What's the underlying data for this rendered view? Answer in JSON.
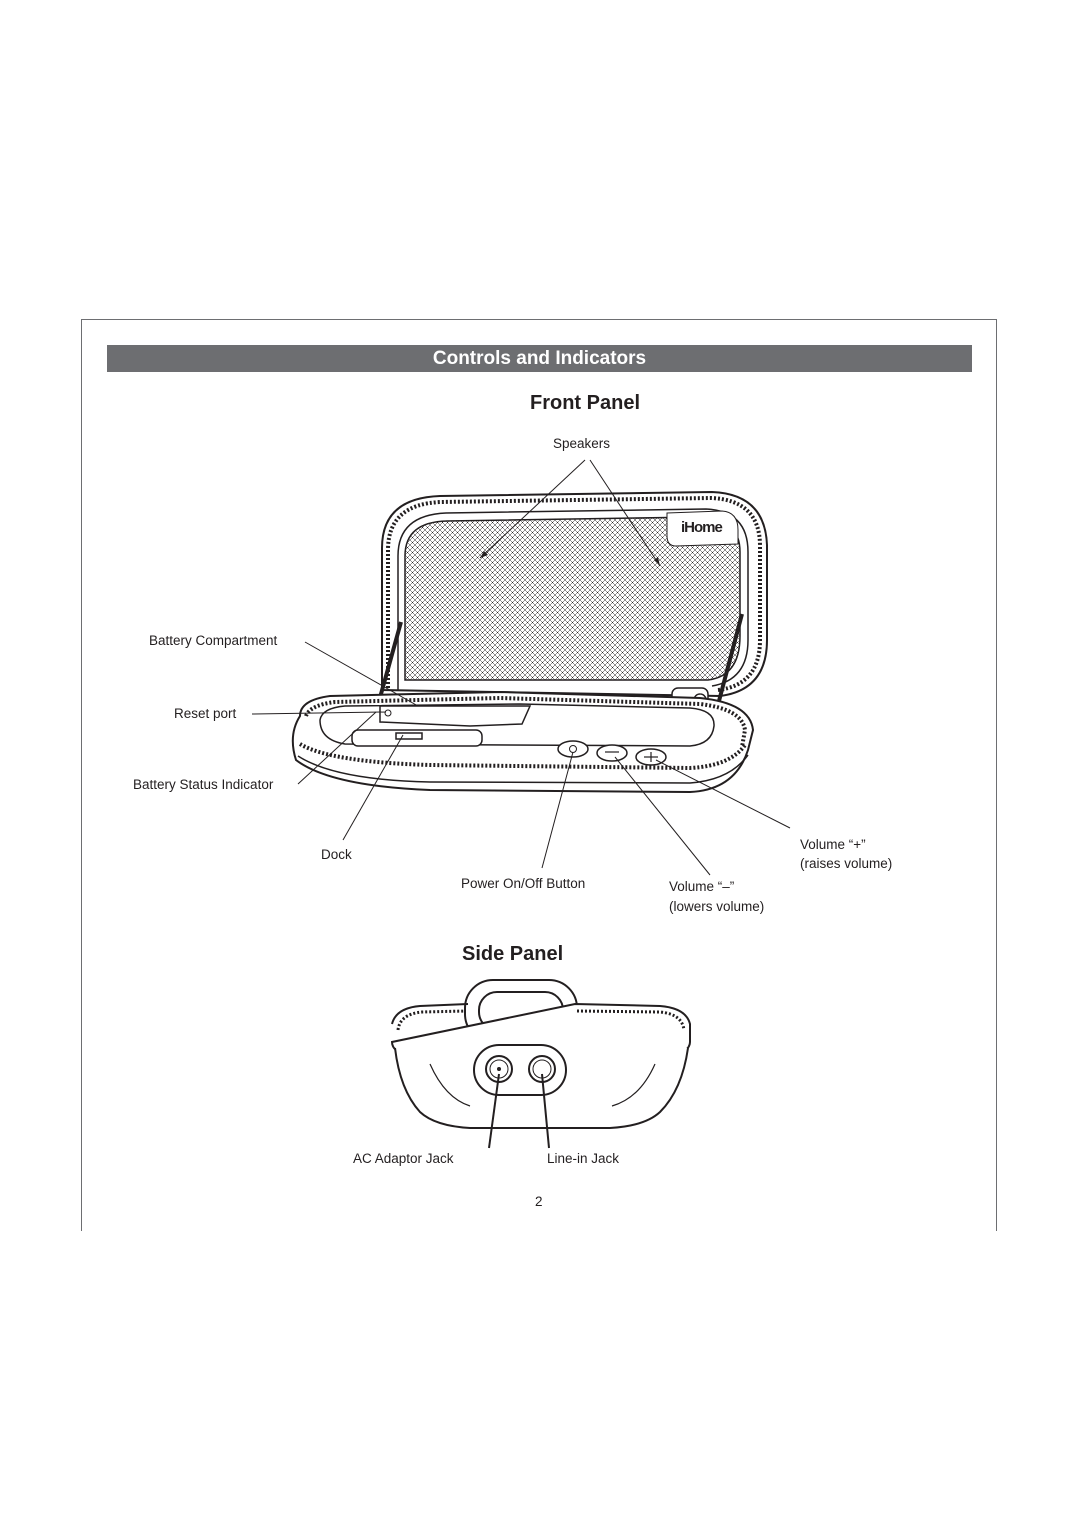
{
  "banner": {
    "title": "Controls and Indicators"
  },
  "front_panel": {
    "heading": "Front Panel",
    "labels": {
      "speakers": "Speakers",
      "battery_compartment": "Battery Compartment",
      "reset_port": "Reset port",
      "battery_status_indicator": "Battery Status Indicator",
      "dock": "Dock",
      "power_button": "Power On/Off Button",
      "volume_minus": "Volume “–”",
      "volume_minus_note": "(lowers volume)",
      "volume_plus": "Volume “+”",
      "volume_plus_note": "(raises volume)"
    },
    "logo": "iHome"
  },
  "side_panel": {
    "heading": "Side Panel",
    "labels": {
      "ac_adaptor_jack": "AC Adaptor Jack",
      "line_in_jack": "Line-in Jack"
    }
  },
  "page_number": "2"
}
